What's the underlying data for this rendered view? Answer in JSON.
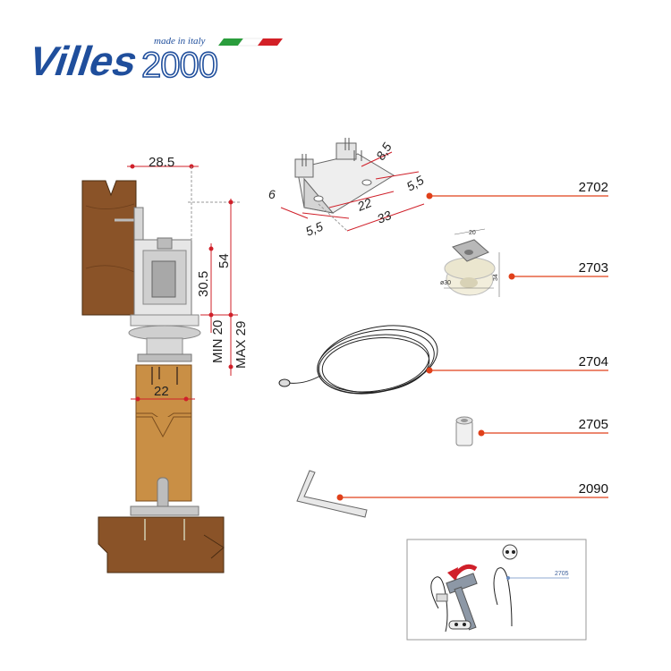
{
  "brand": {
    "name": "Villes",
    "model": "2000",
    "tagline": "made in italy"
  },
  "section_dims": {
    "width_top": "28.5",
    "height_total": "54",
    "height_profile": "30.5",
    "gap_min": "MIN 20",
    "gap_max": "MAX 29",
    "door_width": "22"
  },
  "bracket_dims": {
    "d1": "8,5",
    "d2": "5,5",
    "d3": "6",
    "d4": "22",
    "d5": "33",
    "d6": "5,5"
  },
  "roller_dims": {
    "top": "20",
    "diameter": "ø30",
    "height": "34"
  },
  "parts": [
    {
      "code": "2702"
    },
    {
      "code": "2703"
    },
    {
      "code": "2704"
    },
    {
      "code": "2705"
    },
    {
      "code": "2090"
    }
  ],
  "inset": {
    "label": "2705"
  },
  "colors": {
    "brand_blue": "#1f4e9c",
    "leader_red": "#e0401a",
    "dim_red": "#d0202a",
    "wood_dark": "#8a5328",
    "wood_light": "#c98f45"
  }
}
